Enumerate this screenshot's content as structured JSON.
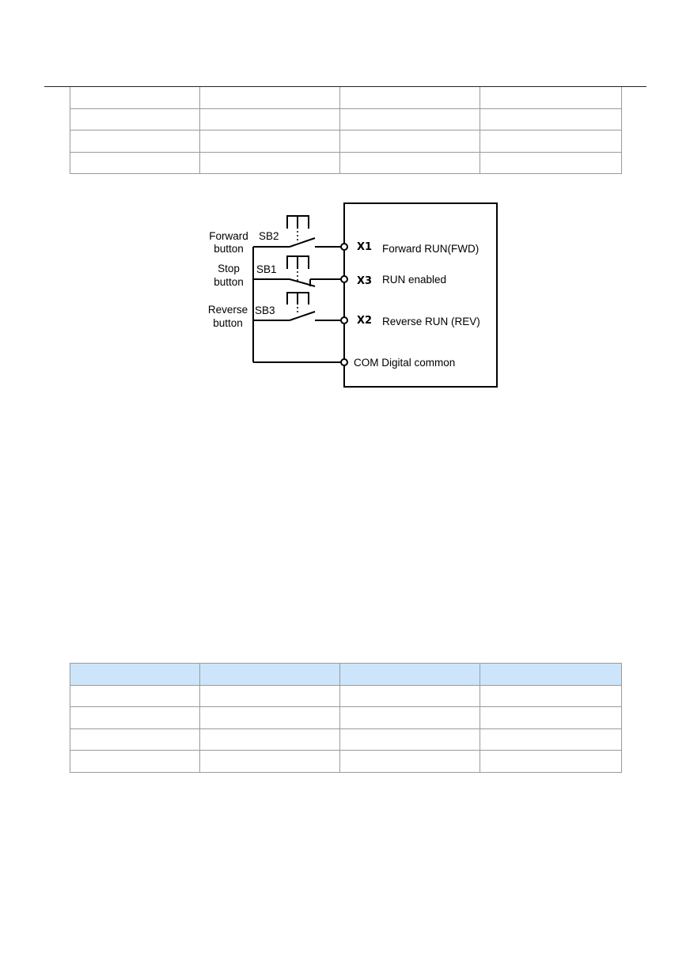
{
  "top_table": {
    "rows": [
      [
        "",
        "",
        "",
        ""
      ],
      [
        "",
        "",
        "",
        ""
      ],
      [
        "",
        "",
        "",
        ""
      ],
      [
        "",
        "",
        "",
        ""
      ]
    ]
  },
  "diagram": {
    "buttons": [
      {
        "label_line1": "Forward",
        "label_line2": "button",
        "switch": "SB2"
      },
      {
        "label_line1": "Stop",
        "label_line2": "button",
        "switch": "SB1"
      },
      {
        "label_line1": "Reverse",
        "label_line2": "button",
        "switch": "SB3"
      }
    ],
    "terminals": [
      {
        "id": "X1",
        "function": "Forward RUN(FWD)"
      },
      {
        "id": "X3",
        "function": "RUN enabled"
      },
      {
        "id": "X2",
        "function": "Reverse RUN (REV)"
      }
    ],
    "common": "COM Digital common"
  },
  "bottom_table": {
    "header": [
      "",
      "",
      "",
      ""
    ],
    "rows": [
      [
        "",
        "",
        "",
        ""
      ],
      [
        "",
        "",
        "",
        ""
      ],
      [
        "",
        "",
        "",
        ""
      ],
      [
        "",
        "",
        "",
        ""
      ]
    ]
  }
}
